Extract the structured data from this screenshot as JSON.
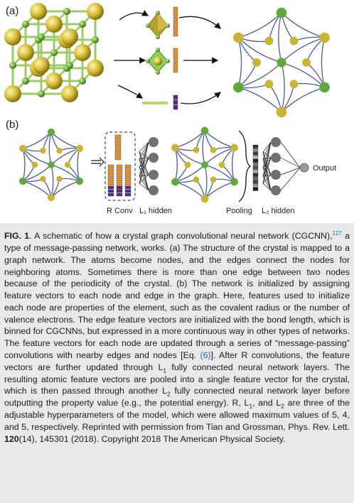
{
  "figure": {
    "panel_a_label": "(a)",
    "panel_b_label": "(b)",
    "labels": {
      "rconv": "R Conv",
      "l1_hidden": "L₁ hidden",
      "pooling": "Pooling",
      "l2_hidden": "L₂ hidden",
      "output": "Output"
    },
    "colors": {
      "large_atom": "#d6c03a",
      "small_atom": "#6fae3a",
      "bond": "#8cc05a",
      "edge": "#4a5a9a",
      "orange_feature": "#e0932e",
      "purple_feature": "#5a2a86",
      "neuron": "#707070",
      "caption_bg": "#e9e9e9",
      "link": "#1f6fb2"
    }
  },
  "caption": {
    "fig_label": "FIG. 1",
    "t1": ". A schematic of how a crystal graph convolutional neural network (CGCNN),",
    "ref_127": "127",
    "t2": " a type of message-passing network, works. (a) The structure of the crystal is mapped to a graph network. The atoms become nodes, and the edges connect the nodes for neighboring atoms. Sometimes there is more than one edge between two nodes because of the periodicity of the crystal. (b) The network is initialized by assigning feature vectors to each node and edge in the graph. Here, features used to initialize each node are properties of the element, such as the covalent radius or the number of valence elec­trons. The edge feature vectors are initialized with the bond length, which is binned for CGCNNs, but expressed in a more continuous way in other types of networks. The feature vectors for each node are updated through a series of “message-passing” convolutions with nearby edges and nodes [Eq. ",
    "eq_ref": "(6)",
    "t3": "]. After R convolutions, the feature vectors are further updated through L",
    "sub1": "1",
    "t4": " fully con­nected neural network layers. The resulting atomic feature vectors are pooled into a single feature vector for the crystal, which is then passed through another L",
    "sub2": "2",
    "t5": " fully connected neural network layer before outputting the property value (e.g., the potential energy). R, L",
    "sub3": "1",
    "t6": ", and L",
    "sub4": "2",
    "t7": " are three of the adjustable hyper­parameters of the model, which were allowed maximum values of 5, 4, and 5, respectively. Reprinted with permission from Tian and Grossman, Phys. Rev. Lett. ",
    "volume": "120",
    "t8": "(14), 145301 (2018). Copyright 2018 The American Physical Society."
  }
}
